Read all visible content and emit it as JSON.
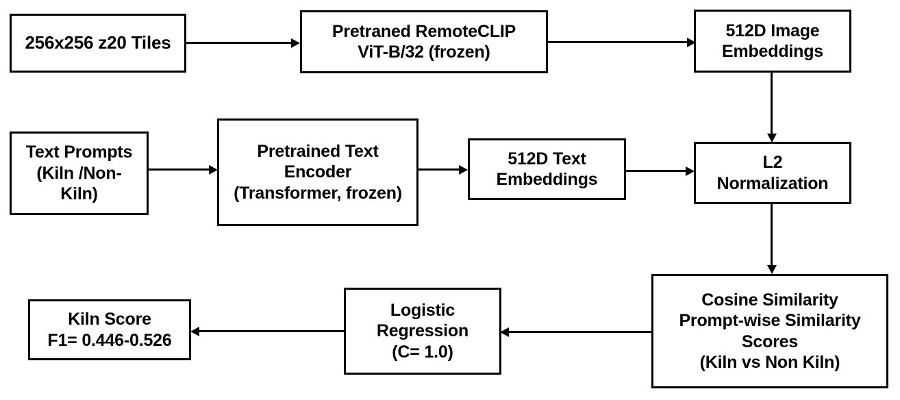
{
  "diagram": {
    "title": "RemoteCLIP kiln classification pipeline",
    "background_color": "#ffffff",
    "stroke_color": "#000000",
    "text_color": "#000000",
    "nodes": [
      {
        "id": "tiles",
        "lines": [
          "256x256 z20 Tiles"
        ]
      },
      {
        "id": "image_encoder",
        "lines": [
          "Pretraned RemoteCLIP",
          "ViT-B/32 (frozen)"
        ]
      },
      {
        "id": "image_embeddings",
        "lines": [
          "512D Image",
          "Embeddings"
        ]
      },
      {
        "id": "text_prompts",
        "lines": [
          "Text Prompts",
          "(Kiln /Non-",
          "Kiln)"
        ]
      },
      {
        "id": "text_encoder",
        "lines": [
          "Pretrained Text",
          "Encoder",
          "(Transformer, frozen)"
        ]
      },
      {
        "id": "text_embeddings",
        "lines": [
          "512D Text",
          "Embeddings"
        ]
      },
      {
        "id": "l2_norm",
        "lines": [
          "L2",
          "Normalization"
        ]
      },
      {
        "id": "cosine_similarity",
        "lines": [
          "Cosine Similarity",
          "Prompt-wise Similarity",
          "Scores",
          "(Kiln vs Non Kiln)"
        ]
      },
      {
        "id": "logistic_regression",
        "lines": [
          "Logistic",
          "Regression",
          "(C= 1.0)"
        ]
      },
      {
        "id": "kiln_score",
        "lines": [
          "Kiln Score",
          "F1= 0.446-0.526"
        ]
      }
    ],
    "edges": [
      {
        "id": "tiles-to-image-encoder",
        "from": "tiles",
        "to": "image_encoder",
        "direction": "right"
      },
      {
        "id": "image-encoder-to-image-embeddings",
        "from": "image_encoder",
        "to": "image_embeddings",
        "direction": "right"
      },
      {
        "id": "image-embeddings-to-l2",
        "from": "image_embeddings",
        "to": "l2_norm",
        "direction": "down"
      },
      {
        "id": "text-prompts-to-text-encoder",
        "from": "text_prompts",
        "to": "text_encoder",
        "direction": "right"
      },
      {
        "id": "text-encoder-to-text-embeddings",
        "from": "text_encoder",
        "to": "text_embeddings",
        "direction": "right"
      },
      {
        "id": "text-embeddings-to-l2",
        "from": "text_embeddings",
        "to": "l2_norm",
        "direction": "right"
      },
      {
        "id": "l2-to-cosine",
        "from": "l2_norm",
        "to": "cosine_similarity",
        "direction": "down"
      },
      {
        "id": "cosine-to-logistic",
        "from": "cosine_similarity",
        "to": "logistic_regression",
        "direction": "left"
      },
      {
        "id": "logistic-to-kiln-score",
        "from": "logistic_regression",
        "to": "kiln_score",
        "direction": "left"
      }
    ]
  }
}
